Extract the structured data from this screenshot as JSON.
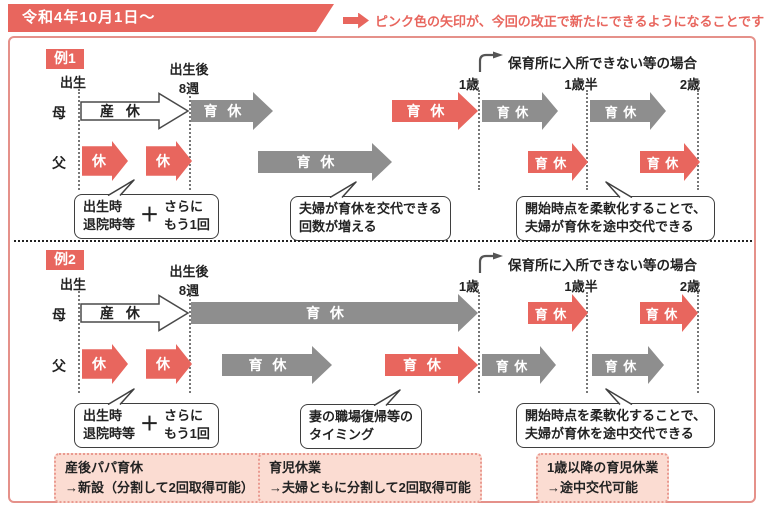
{
  "header": {
    "title": "令和4年10月1日～",
    "legend_text": "ピンク色の矢印が、今回の改正で新たにできるようになることです"
  },
  "labels": {
    "sankyu": "産 休",
    "ikukyu": "育 休",
    "kyu": "休",
    "mother": "母",
    "father": "父"
  },
  "timeline": {
    "birth": "出生",
    "after_birth": "出生後",
    "week8": "8週",
    "age1": "1歳",
    "age1half": "1歳半",
    "age2": "2歳"
  },
  "nursery_note": "保育所に入所できない等の場合",
  "ex1": {
    "badge": "例1",
    "callout_birth": {
      "line1a": "出生時",
      "line1b": "退院時等",
      "plus": "＋",
      "line2a": "さらに",
      "line2b": "もう1回"
    },
    "callout_swap": {
      "line1": "夫婦が育休を交代できる",
      "line2": "回数が増える"
    },
    "callout_flex": {
      "line1": "開始時点を柔軟化することで、",
      "line2": "夫婦が育休を途中交代できる"
    }
  },
  "ex2": {
    "badge": "例2",
    "callout_birth": {
      "line1a": "出生時",
      "line1b": "退院時等",
      "plus": "＋",
      "line2a": "さらに",
      "line2b": "もう1回"
    },
    "callout_return": {
      "line1": "妻の職場復帰等の",
      "line2": "タイミング"
    },
    "callout_flex": {
      "line1": "開始時点を柔軟化することで、",
      "line2": "夫婦が育休を途中交代できる"
    }
  },
  "footer": {
    "box1": {
      "line1": "産後パパ育休",
      "line2": "→新設（分割して2回取得可能）"
    },
    "box2": {
      "line1": "育児休業",
      "line2": "→夫婦ともに分割して2回取得可能"
    },
    "box3": {
      "line1": "1歳以降の育児休業",
      "line2": "→途中交代可能"
    }
  },
  "colors": {
    "pink": "#E8665E",
    "gray": "#8E8E8E",
    "light_pink": "#FBDCD2",
    "frame_pink": "#E5918A"
  }
}
